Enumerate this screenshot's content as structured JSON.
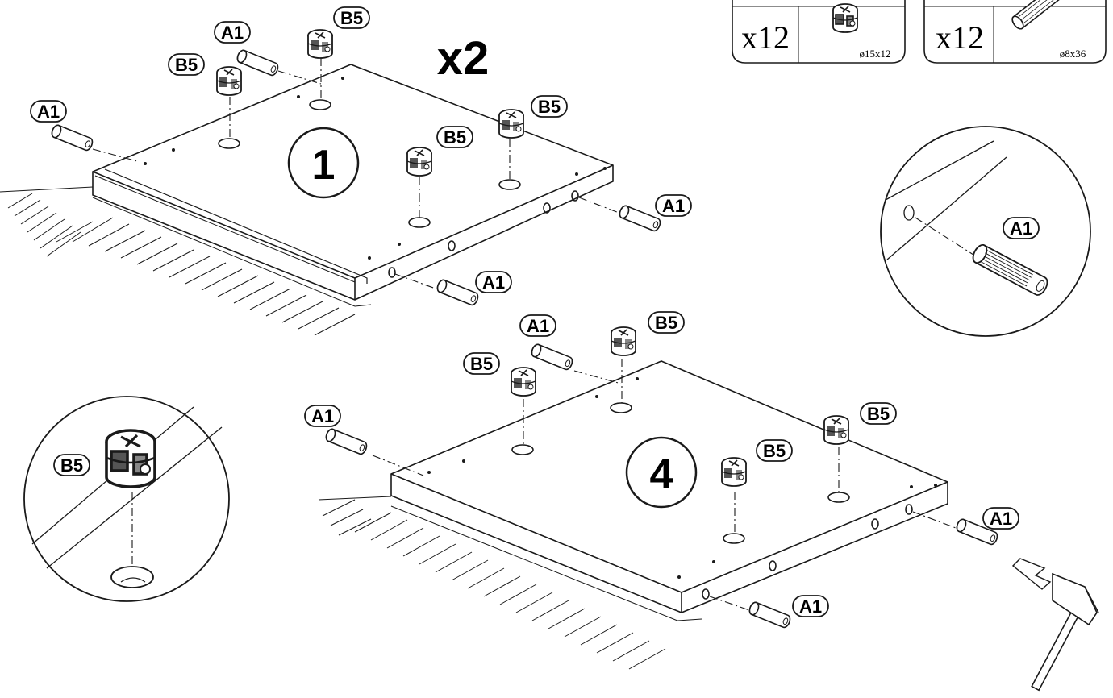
{
  "multiplier": "x2",
  "steps": [
    "1",
    "4"
  ],
  "parts": [
    {
      "qty": "x12",
      "size": "ø15x12",
      "code": "B5",
      "icon": "cam-lock-icon"
    },
    {
      "qty": "x12",
      "size": "ø8x36",
      "code": "A1",
      "icon": "wooden-dowel-icon"
    }
  ],
  "labels": {
    "dowel": "A1",
    "cam": "B5"
  },
  "tool_icon": "hammer-icon",
  "colors": {
    "line": "#1a1a1a",
    "background": "#ffffff"
  }
}
